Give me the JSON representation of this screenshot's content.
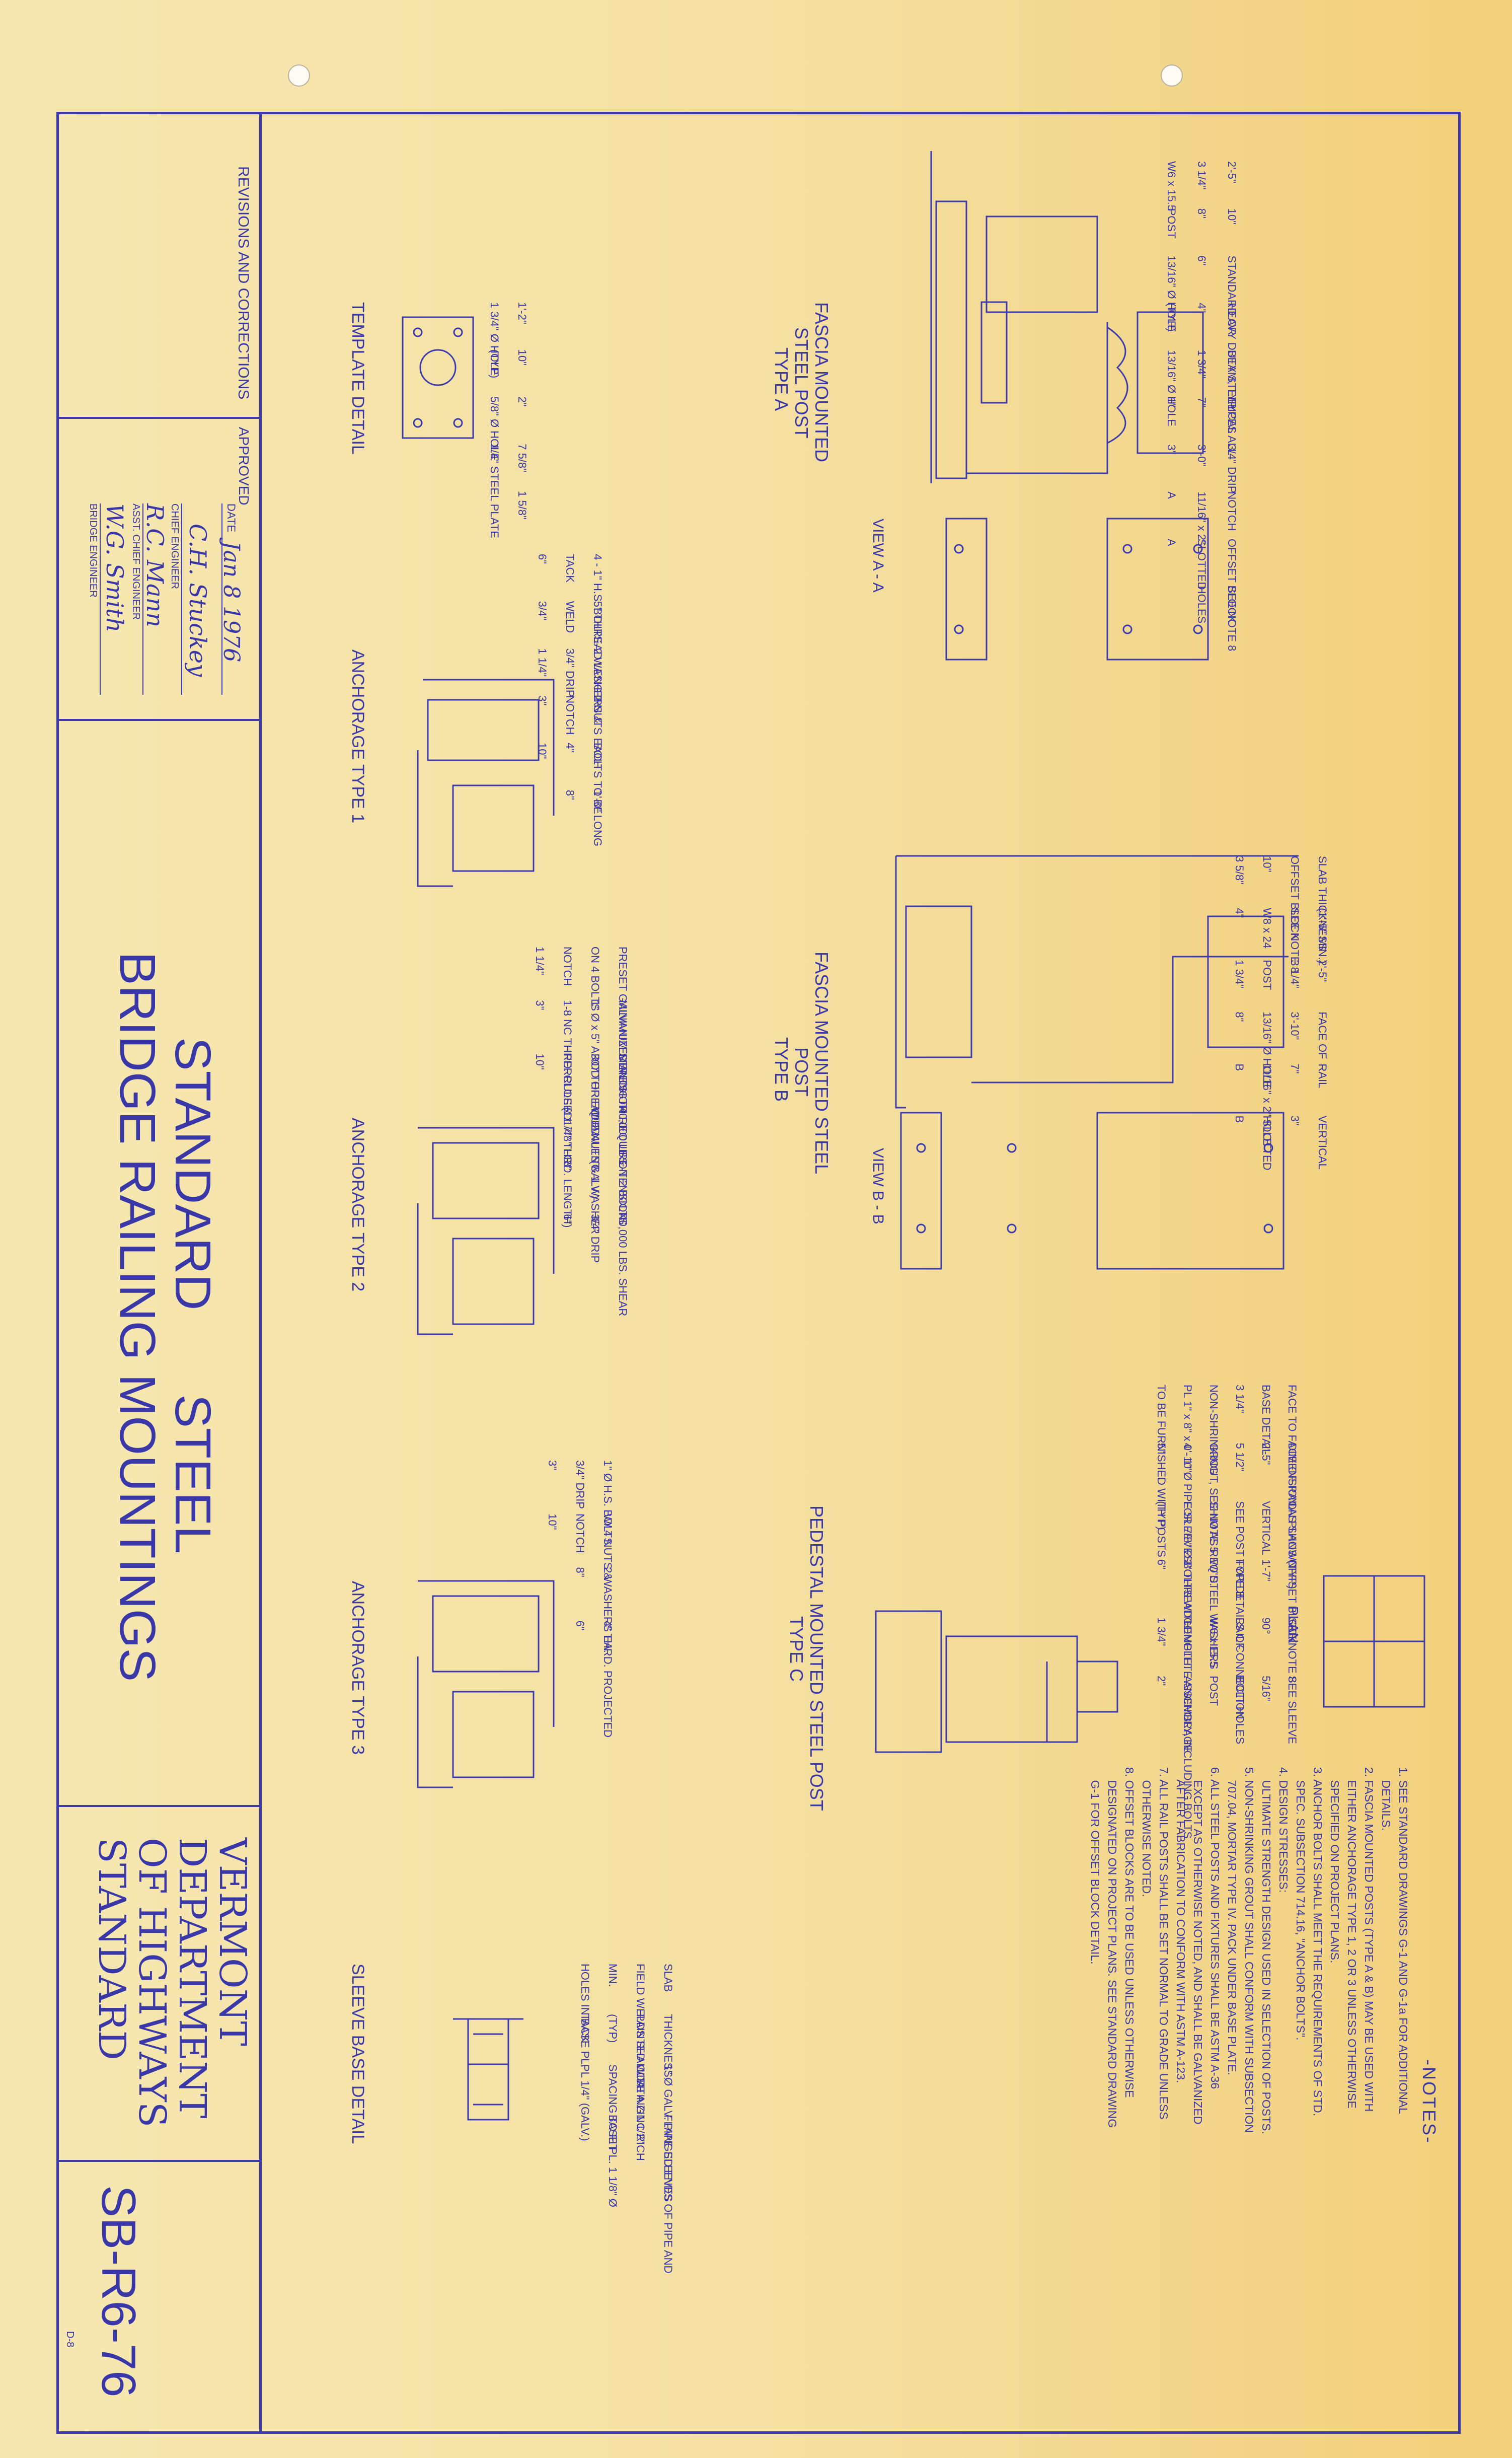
{
  "title": {
    "line1": "STANDARD      STEEL",
    "line2": "BRIDGE RAILING MOUNTINGS"
  },
  "agency": {
    "line1": "VERMONT",
    "line2": "DEPARTMENT",
    "line3": "OF HIGHWAYS",
    "line4": "STANDARD"
  },
  "drawing_number": "SB-R6-76",
  "sheet_code": "D-8",
  "revisions_label": "REVISIONS AND CORRECTIONS",
  "approval": {
    "approved_label": "APPROVED",
    "date_label": "DATE",
    "date_value": "Jan 8 1976",
    "chief_engineer_sig": "C.H. Stuckey",
    "chief_engineer_label": "CHIEF ENGINEER",
    "asst_chief_sig": "R.C. Mann",
    "asst_chief_label": "ASST. CHIEF ENGINEER",
    "bridge_engineer_sig": "W.G. Smith",
    "bridge_engineer_label": "BRIDGE ENGINEER"
  },
  "notes": {
    "header": "-NOTES-",
    "items": [
      "1. SEE STANDARD DRAWINGS G-1 AND G-1a FOR ADDITIONAL",
      "    DETAILS.",
      "2. FASCIA MOUNTED POSTS (TYPE A & B) MAY BE USED WITH",
      "    EITHER ANCHORAGE TYPE 1, 2 OR 3 UNLESS OTHERWISE",
      "    SPECIFIED ON PROJECT PLANS.",
      "3. ANCHOR BOLTS SHALL MEET THE REQUIREMENTS OF STD.",
      "    SPEC. SUBSECTION 714.16, \"ANCHOR BOLTS\".",
      "4. DESIGN STRESSES:",
      "    ULTIMATE STRENGTH DESIGN USED IN SELECTION OF POSTS.",
      "5. NON-SHRINKING GROUT SHALL CONFORM WITH SUBSECTION",
      "    707.04, MORTAR TYPE IV. PACK UNDER BASE PLATE.",
      "6. ALL STEEL POSTS AND FIXTURES SHALL BE ASTM A-36",
      "    EXCEPT AS OTHERWISE NOTED, AND SHALL BE GALVANIZED",
      "    AFTER FABRICATION TO CONFORM WITH ASTM A-123.",
      "7. ALL RAIL POSTS SHALL BE SET NORMAL TO GRADE UNLESS",
      "    OTHERWISE NOTED.",
      "8. OFFSET BLOCKS ARE TO BE USED UNLESS OTHERWISE",
      "    DESIGNATED ON PROJECT PLANS. SEE STANDARD DRAWING",
      "    G-1 FOR OFFSET BLOCK DETAIL."
    ]
  },
  "details": {
    "fascia_a": {
      "title1": "FASCIA MOUNTED",
      "title2": "STEEL POST",
      "title3": "TYPE A",
      "view": "VIEW  A - A",
      "callouts": [
        "2'-5\"",
        "10\"",
        "STANDARD OR",
        "HEAVY DUTY STEEL",
        "BEAM, TYPICAL ALL",
        "TYPES",
        "3/4\" DRIP",
        "NOTCH",
        "OFFSET BLOCK",
        "SEE NOTE 8",
        "3 1/4\"",
        "8\"",
        "6\"",
        "4\"",
        "1 3/4\"",
        "7\"",
        "3'-0\"",
        "11/16\" x 2\"",
        "SLOTTED",
        "HOLES",
        "W6 x 15.5",
        "POST",
        "13/16\" Ø HOLE",
        "(TYP)",
        "13/16\" Ø HOLE",
        "1\"",
        "3\"",
        "A",
        "A"
      ]
    },
    "fascia_b": {
      "title1": "FASCIA MOUNTED STEEL",
      "title2": "POST",
      "title3": "TYPE B",
      "view": "VIEW  B - B",
      "callouts": [
        "SLAB  THICKNESS",
        "(1'-5\"  MIN.)",
        "2'-5\"",
        "FACE OF",
        "RAIL",
        "VERTICAL",
        "OFFSET BLOCK",
        "SEE NOTE 8",
        "3 1/4\"",
        "3'-10\"",
        "7\"",
        "3\"",
        "10\"",
        "W8 x 24",
        "POST",
        "13/16\" Ø HOLE",
        "11/16\" x 2\" SLOTTED",
        "HOLE",
        "3 5/8\"",
        "4\"",
        "1 3/4\"",
        "8\"",
        "B",
        "B"
      ]
    },
    "pedestal_c": {
      "title1": "PEDESTAL MOUNTED STEEL POST",
      "title2": "TYPE C",
      "plan": "PLAN",
      "callouts": [
        "FACE TO FACE OF RAIL",
        "DIMENSION AS SHOWN",
        "ON PLANS (TYP)",
        "OFFSET BLOCK",
        "SEE NOTE 8",
        "SEE SLEEVE",
        "BASE DETAIL",
        "2'-5\"",
        "VERTICAL",
        "1'-7\"",
        "90°",
        "5/16\"",
        "3 1/4\"",
        "5 1/2\"",
        "SEE POST TYPE B",
        "FOR DETAILS OF",
        "RAIL CONNECTION",
        "BOLT HOLES",
        "NON-SHRINKING",
        "GROUT, SEE NOTE 5",
        "SHIM AS REQ'D.",
        "W/ STEEL WASHERS",
        "W6 x 15.5",
        "POST",
        "PL 1\" x 8\" x 0'-10\"",
        "4 - 1\" Ø PIPE SLEEVES",
        "FOR 7/8\" Ø BOLTS WITH",
        "3\" THREAD LENGTH.",
        "COMPLETE ANCHORAGE",
        "ASSEMBLY, INCLUDING BOLTS",
        "TO BE FURNISHED WITH POSTS",
        "5\"",
        "(TYP)",
        "6\"",
        "1 3/4\"",
        "2\""
      ]
    },
    "template": {
      "title": "TEMPLATE DETAIL",
      "callouts": [
        "1'-2\"",
        "10\"",
        "2\"",
        "7 5/8\"",
        "1 5/8\"",
        "1 3/4\" Ø HOLE",
        "(TYP)",
        "5/8\" Ø HOLE",
        "1/4\" STEEL PLATE"
      ]
    },
    "anchorage_1": {
      "title": "ANCHORAGE TYPE 1",
      "callouts": [
        "4 - 1\" H.S. BOLTS-",
        "5\" THREAD LENGTH",
        "2 WASHERS &",
        "2 NUTS EACH",
        "BOLTS TO BE",
        "1'-0\" LONG",
        "TACK",
        "WELD",
        "3/4\" DRIP",
        "NOTCH",
        "4\"",
        "8\"",
        "6\"",
        "3/4\"",
        "1 1/4\"",
        "3\"",
        "10\""
      ]
    },
    "anchorage_2": {
      "title": "ANCHORAGE TYPE 2",
      "callouts": [
        "PRESET GALVANIZED ANCHOR",
        "MINIMUM STRENGTH REQUIRE-",
        "MENTS",
        "40,000 LBS. TENSION",
        "ON 2 BOLTS",
        "40,000 LBS. SHEAR",
        "ON 4 BOLTS",
        "1\" Ø x 5\" A307 THREADED",
        "ROD OR EQUIVALENT",
        "W/ 2 NUTS & 1 WASHER",
        "(GALV.)",
        "3/4\" DRIP",
        "NOTCH",
        "1-8 NC THRD. CLOSED",
        "FERRULE x 1 7/8\" LG.",
        "(1 1/4\" THRD. LENGTH)",
        "8\"",
        "6\"",
        "1 1/4\"",
        "3\"",
        "10\""
      ]
    },
    "anchorage_3": {
      "title": "ANCHORAGE TYPE 3",
      "callouts": [
        "1\" Ø H.S. BOLTS",
        "W/ 4 NUTS &",
        "2 WASHERS EA.",
        "4\" THRD. PROJECTED",
        "3/4\" DRIP",
        "NOTCH",
        "8\"",
        "6\"",
        "3\"",
        "10\""
      ]
    },
    "sleeve": {
      "title": "SLEEVE BASE DETAIL",
      "callouts": [
        "SLAB",
        "THICKNESS",
        "1\" Ø GALV. PIPE SLEEVES",
        "FLANGED ENDS OF PIPE AND",
        "FIELD WELDS SHALL BE",
        "PAINTED WITH A ZINC RICH",
        "COATING",
        "1 1/2\"",
        "MIN.",
        "(TYP)",
        "SPACING TO FIT",
        "BASE PL. 1 1/8\" Ø",
        "HOLES IN BASE PL.",
        "TACK",
        "PL 1/4\" (GALV.)"
      ]
    }
  }
}
